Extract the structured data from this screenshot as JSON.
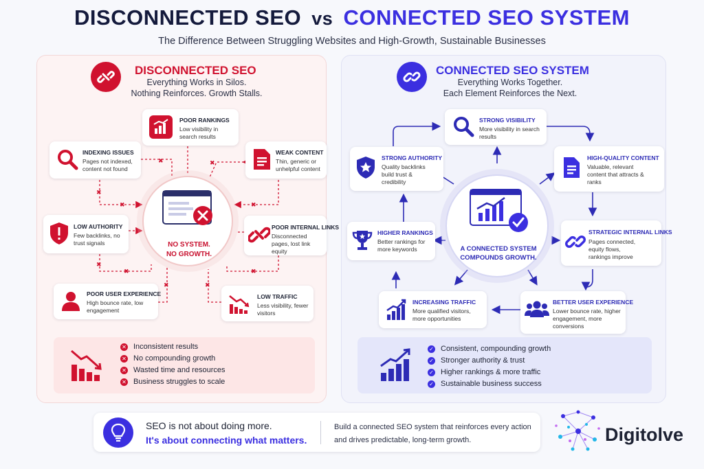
{
  "header": {
    "title_left": "DISCONNECTED SEO",
    "vs": "vs",
    "title_right": "CONNECTED SEO SYSTEM",
    "subtitle": "The Difference Between Struggling Websites and High-Growth, Sustainable Businesses"
  },
  "left": {
    "title": "DISCONNECTED SEO",
    "subtitle_1": "Everything Works in Silos.",
    "subtitle_2": "Nothing Reinforces. Growth Stalls.",
    "center_1": "NO SYSTEM.",
    "center_2": "NO GROWTH.",
    "nodes": [
      {
        "title": "POOR RANKINGS",
        "desc": "Low visibility in search results"
      },
      {
        "title": "INDEXING ISSUES",
        "desc": "Pages not indexed, content not found"
      },
      {
        "title": "WEAK CONTENT",
        "desc": "Thin, generic or unhelpful content"
      },
      {
        "title": "LOW AUTHORITY",
        "desc": "Few backlinks, no trust signals"
      },
      {
        "title": "POOR INTERNAL LINKS",
        "desc": "Disconnected pages, lost link equity"
      },
      {
        "title": "POOR USER EXPERIENCE",
        "desc": "High bounce rate, low engagement"
      },
      {
        "title": "LOW TRAFFIC",
        "desc": "Less visibility, fewer visitors"
      }
    ],
    "summary": [
      "Inconsistent results",
      "No compounding growth",
      "Wasted time and resources",
      "Business struggles to scale"
    ],
    "accent": "#d0122f"
  },
  "right": {
    "title": "CONNECTED SEO SYSTEM",
    "subtitle_1": "Everything Works Together.",
    "subtitle_2": "Each Element Reinforces the Next.",
    "center_1": "A CONNECTED SYSTEM",
    "center_2": "COMPOUNDS GROWTH.",
    "nodes": [
      {
        "title": "STRONG VISIBILITY",
        "desc": "More visibility in search results"
      },
      {
        "title": "STRONG AUTHORITY",
        "desc": "Quality backlinks build trust & credibility"
      },
      {
        "title": "HIGH-QUALITY CONTENT",
        "desc": "Valuable, relevant content that attracts & ranks"
      },
      {
        "title": "HIGHER RANKINGS",
        "desc": "Better rankings for more keywords"
      },
      {
        "title": "STRATEGIC INTERNAL LINKS",
        "desc": "Pages connected, equity flows, rankings improve"
      },
      {
        "title": "INCREASING TRAFFIC",
        "desc": "More qualified visitors, more opportunities"
      },
      {
        "title": "BETTER USER EXPERIENCE",
        "desc": "Lower bounce rate, higher engagement, more conversions"
      }
    ],
    "summary": [
      "Consistent, compounding growth",
      "Stronger authority & trust",
      "Higher rankings & more traffic",
      "Sustainable business success"
    ],
    "accent": "#3b2fe0"
  },
  "footer": {
    "line_1": "SEO is not about doing more.",
    "line_2": "It's about connecting what matters.",
    "right_text": "Build a connected SEO system that reinforces every action and drives predictable, long-term growth.",
    "brand": "Digitolve"
  }
}
